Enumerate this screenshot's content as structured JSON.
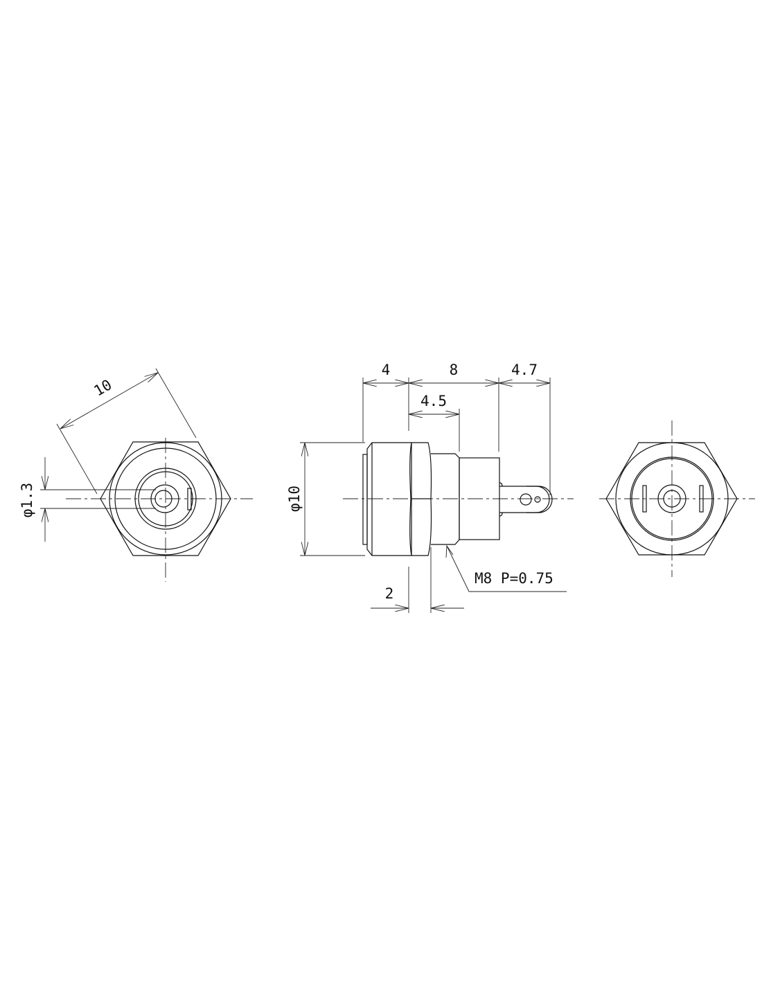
{
  "drawing": {
    "front_view": {
      "hex_across_flats_label": "10",
      "pin_diameter_label": "φ1.3"
    },
    "side_view": {
      "dim_cap_length": "4",
      "dim_body_length": "8",
      "dim_terminal_length": "4.7",
      "dim_thread_length": "4.5",
      "dim_diameter": "φ10",
      "dim_nut_thickness": "2",
      "thread_spec": "M8 P=0.75"
    },
    "colors": {
      "line": "#111111",
      "background": "#ffffff"
    }
  }
}
